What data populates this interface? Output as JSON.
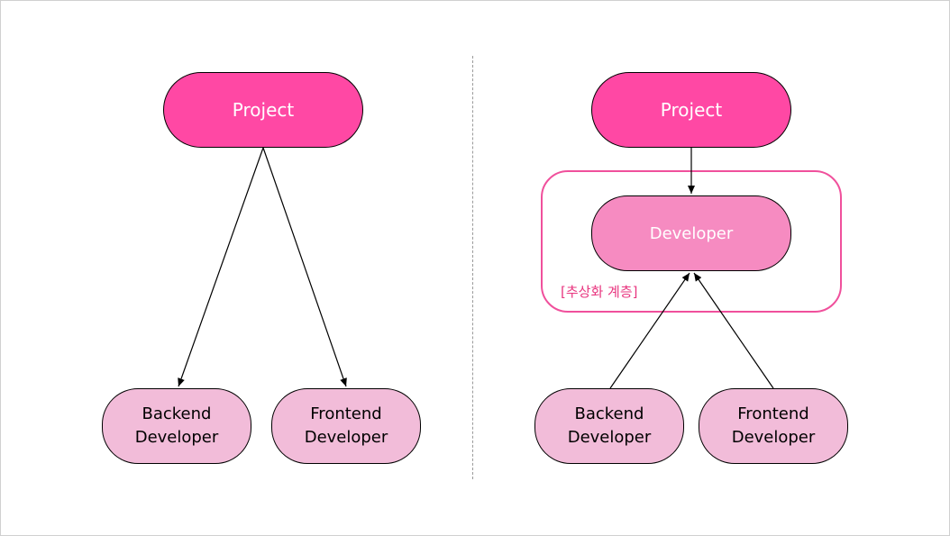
{
  "left_diagram": {
    "project_label": "Project",
    "backend_label": "Backend\nDeveloper",
    "frontend_label": "Frontend\nDeveloper"
  },
  "right_diagram": {
    "project_label": "Project",
    "abstract_label": "Developer",
    "abstraction_layer_label": "[추상화 계층]",
    "backend_label": "Backend\nDeveloper",
    "frontend_label": "Frontend\nDeveloper"
  },
  "colors": {
    "project_fill": "#ff48a4",
    "abstract_fill": "#f68bc1",
    "leaf_fill": "#f2bcd9",
    "abstraction_border": "#f0509c"
  }
}
